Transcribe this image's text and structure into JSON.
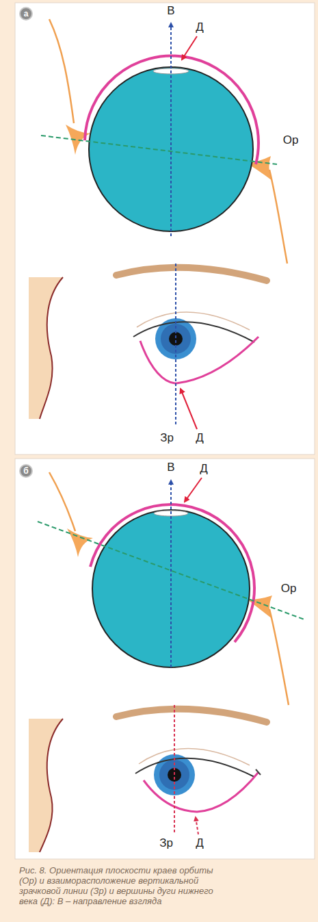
{
  "diagram": {
    "caption": "Рис. 8. Ориентация плоскости краев орбиты (Ор) и взаиморасположение вертикальной зрачковой линии (Зр) и вершины дуги нижнего века (Д): В – направление взгляда",
    "labels": [
      "а",
      "В",
      "Д",
      "Ор",
      "Зр",
      "Д",
      "б",
      "В",
      "Д",
      "Ор",
      "Зр",
      "Д"
    ]
  }
}
